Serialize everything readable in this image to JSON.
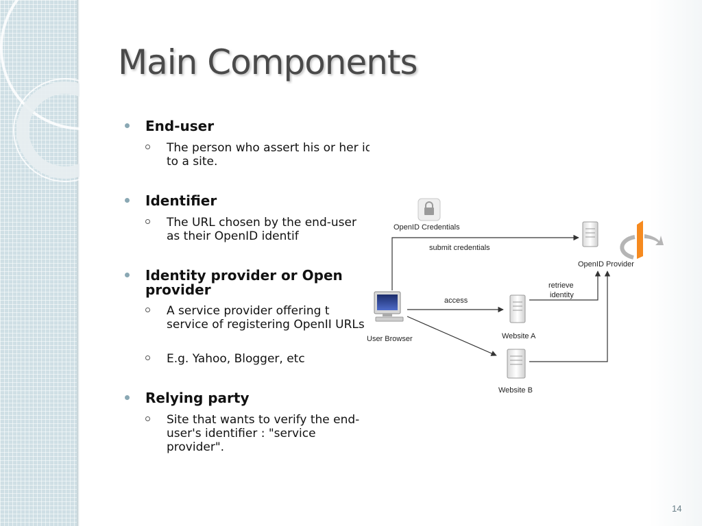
{
  "slide": {
    "title": "Main Components",
    "page_number": "14"
  },
  "bullets": [
    {
      "heading": "End-user",
      "subs": [
        "The person who assert his or her identity to a site."
      ]
    },
    {
      "heading": "Identifier",
      "subs": [
        "The URL chosen by the end-user as their OpenID identif"
      ]
    },
    {
      "heading": "Identity provider or Open provider",
      "subs": [
        "A service provider offering t service of registering OpenII URLs",
        "E.g. Yahoo, Blogger, etc"
      ]
    },
    {
      "heading": "Relying party",
      "subs": [
        "Site that wants to verify the end-user's identifier :  \"service provider\"."
      ]
    }
  ],
  "diagram": {
    "labels": {
      "credentials": "OpenID Credentials",
      "submit": "submit credentials",
      "provider": "OpenID Provider",
      "retrieve": "retrieve",
      "identity": "identity",
      "access": "access",
      "browser": "User Browser",
      "website_a": "Website A",
      "website_b": "Website B"
    },
    "colors": {
      "openid_orange": "#f68a1f",
      "openid_gray": "#b5b5b5",
      "arrow": "#333333"
    },
    "icons": [
      "lock-icon",
      "server-icon",
      "computer-icon",
      "openid-logo"
    ]
  }
}
